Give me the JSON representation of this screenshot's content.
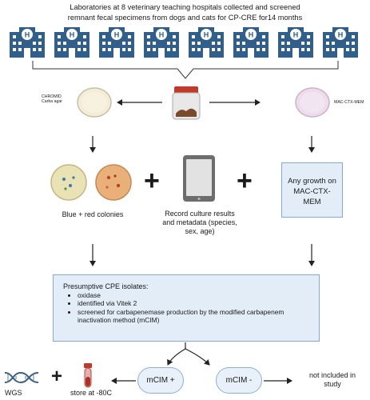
{
  "title_line1": "Laboratories at 8 veterinary teaching hospitals collected and screened",
  "title_line2": "remnant fecal specimens from dogs and cats for CP-CRE for14 months",
  "plate_left_label1": "CHROMID",
  "plate_left_label2": "Carba agar",
  "plate_right_label": "MAC-CTX-MEM",
  "blue_red_label": "Blue + red colonies",
  "record_label1": "Record culture results",
  "record_label2": "and metadata (species,",
  "record_label3": "sex, age)",
  "growth_box_line1": "Any growth on",
  "growth_box_line2": "MAC-CTX-",
  "growth_box_line3": "MEM",
  "cpe_title": "Presumptive CPE isolates:",
  "cpe_items": [
    "oxidase",
    "identified via Vitek 2",
    "screened for carbapenemase production by the modified carbapenem inactivation method (mCIM)"
  ],
  "mcim_plus": "mCIM +",
  "mcim_minus": "mCIM -",
  "wgs_label": "WGS",
  "store_label": "store at -80C",
  "not_included_line1": "not included in",
  "not_included_line2": "study",
  "plus_sign": "+",
  "colors": {
    "hospital": "#2f5f8a",
    "box_fill": "#e3edf7",
    "box_border": "#86aacf",
    "arrow": "#222222"
  }
}
